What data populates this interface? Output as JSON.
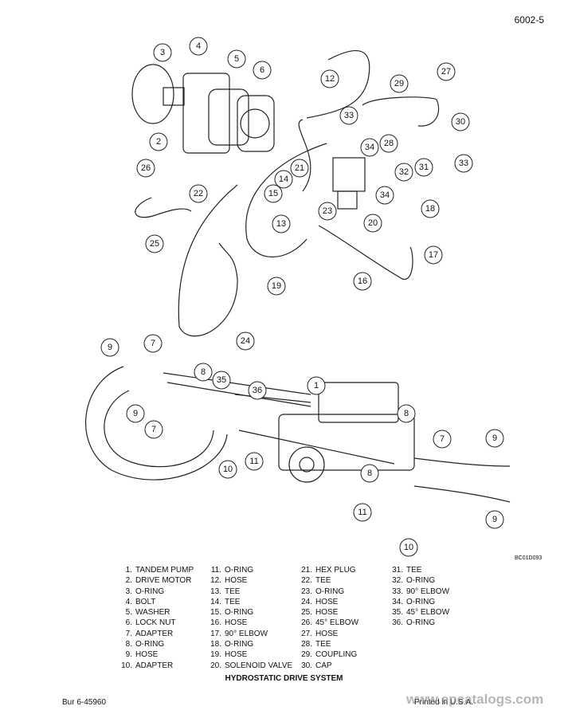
{
  "header": {
    "page_number": "6002-5"
  },
  "figure": {
    "callouts": [
      "1",
      "2",
      "3",
      "4",
      "5",
      "6",
      "7",
      "8",
      "9",
      "10",
      "11",
      "12",
      "13",
      "14",
      "15",
      "16",
      "17",
      "18",
      "19",
      "20",
      "21",
      "22",
      "23",
      "24",
      "25",
      "26",
      "27",
      "28",
      "29",
      "30",
      "31",
      "32",
      "33",
      "34",
      "35",
      "36"
    ],
    "code": "BC01D093"
  },
  "legend": [
    [
      {
        "n": "1.",
        "label": "TANDEM PUMP"
      },
      {
        "n": "2.",
        "label": "DRIVE MOTOR"
      },
      {
        "n": "3.",
        "label": "O-RING"
      },
      {
        "n": "4.",
        "label": "BOLT"
      },
      {
        "n": "5.",
        "label": "WASHER"
      },
      {
        "n": "6.",
        "label": "LOCK NUT"
      },
      {
        "n": "7.",
        "label": "ADAPTER"
      },
      {
        "n": "8.",
        "label": "O-RING"
      },
      {
        "n": "9.",
        "label": "HOSE"
      },
      {
        "n": "10.",
        "label": "ADAPTER"
      }
    ],
    [
      {
        "n": "11.",
        "label": "O-RING"
      },
      {
        "n": "12.",
        "label": "HOSE"
      },
      {
        "n": "13.",
        "label": "TEE"
      },
      {
        "n": "14.",
        "label": "TEE"
      },
      {
        "n": "15.",
        "label": "O-RING"
      },
      {
        "n": "16.",
        "label": "HOSE"
      },
      {
        "n": "17.",
        "label": "90° ELBOW"
      },
      {
        "n": "18.",
        "label": "O-RING"
      },
      {
        "n": "19.",
        "label": "HOSE"
      },
      {
        "n": "20.",
        "label": "SOLENOID VALVE"
      }
    ],
    [
      {
        "n": "21.",
        "label": "HEX PLUG"
      },
      {
        "n": "22.",
        "label": "TEE"
      },
      {
        "n": "23.",
        "label": "O-RING"
      },
      {
        "n": "24.",
        "label": "HOSE"
      },
      {
        "n": "25.",
        "label": "HOSE"
      },
      {
        "n": "26.",
        "label": "45° ELBOW"
      },
      {
        "n": "27.",
        "label": "HOSE"
      },
      {
        "n": "28.",
        "label": "TEE"
      },
      {
        "n": "29.",
        "label": "COUPLING"
      },
      {
        "n": "30.",
        "label": "CAP"
      }
    ],
    [
      {
        "n": "31.",
        "label": "TEE"
      },
      {
        "n": "32.",
        "label": "O-RING"
      },
      {
        "n": "33.",
        "label": "90° ELBOW"
      },
      {
        "n": "34.",
        "label": "O-RING"
      },
      {
        "n": "35.",
        "label": "45° ELBOW"
      },
      {
        "n": "36.",
        "label": "O-RING"
      }
    ]
  ],
  "caption": "HYDROSTATIC DRIVE SYSTEM",
  "footer": {
    "left": "Bur 6-45960",
    "right": "Printed in U.S.A."
  },
  "watermark": "www.epcatalogs.com"
}
